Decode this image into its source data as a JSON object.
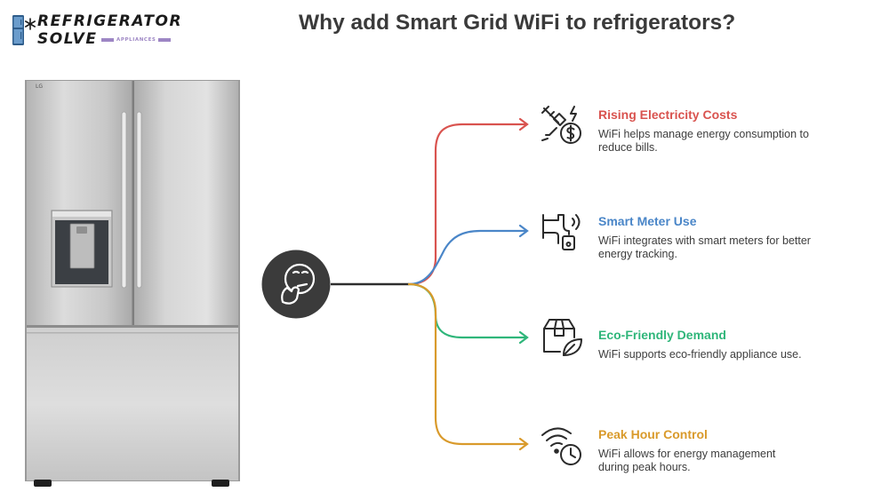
{
  "brand": {
    "line1": "REFRIGERATOR",
    "line2": "SOLVE",
    "tagline": "APPLIANCES",
    "accent_color": "#9d86c4"
  },
  "title": "Why add Smart Grid WiFi to refrigerators?",
  "center_icon": "thinking-face-icon",
  "items": [
    {
      "title": "Rising Electricity Costs",
      "description": "WiFi helps manage energy consumption to reduce bills.",
      "color": "#d9534f",
      "icon": "plug-dollar-icon"
    },
    {
      "title": "Smart Meter Use",
      "description": "WiFi integrates with smart meters for better energy tracking.",
      "color": "#4a86c8",
      "icon": "smart-meter-faucet-icon"
    },
    {
      "title": "Eco-Friendly Demand",
      "description": "WiFi supports eco-friendly appliance use.",
      "color": "#2fb67a",
      "icon": "eco-box-leaf-icon"
    },
    {
      "title": "Peak Hour Control",
      "description": "WiFi allows for energy management during peak hours.",
      "color": "#d99a2b",
      "icon": "wifi-clock-icon"
    }
  ]
}
